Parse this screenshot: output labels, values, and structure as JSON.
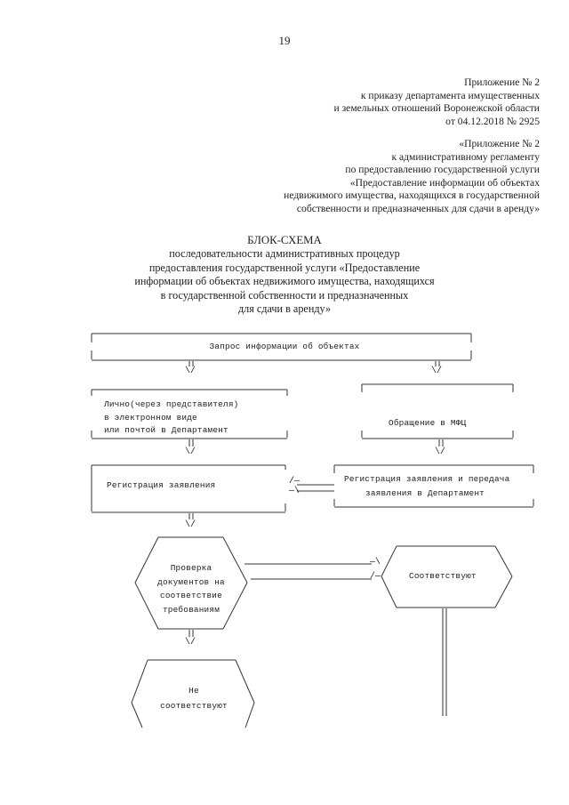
{
  "page": {
    "number": "19"
  },
  "appendix_order": {
    "lines": [
      "Приложение № 2",
      "к приказу департамента имущественных",
      "и земельных отношений Воронежской области",
      "от 04.12.2018   № 2925"
    ]
  },
  "appendix_regulation": {
    "lines": [
      "«Приложение № 2",
      "к административному регламенту",
      "по предоставлению государственной услуги",
      "«Предоставление информации об объектах",
      "недвижимого имущества, находящихся в государственной",
      "собственности и предназначенных для сдачи в аренду»"
    ]
  },
  "scheme_title": {
    "heading": "БЛОК-СХЕМА",
    "lines": [
      "последовательности административных процедур",
      "предоставления государственной услуги «Предоставление",
      "информации об объектах недвижимого имущества, находящихся",
      "в государственной собственности и предназначенных",
      "для сдачи в аренду»"
    ]
  },
  "flowchart": {
    "request": "Запрос информации об объектах",
    "in_person": [
      "Лично(через представителя)",
      "в электронном виде",
      "или почтой в Департамент"
    ],
    "mfc": "Обращение в МФЦ",
    "registration": "Регистрация заявления",
    "mfc_registration": [
      "Регистрация заявления и передача",
      "заявления в Департамент"
    ],
    "check": [
      "Проверка",
      "документов на",
      "соответствие",
      "требованиям"
    ],
    "compliant": "Соответствуют",
    "not_compliant": [
      "Не",
      "соответствуют"
    ],
    "arrow_down": "\\/",
    "arrow_left": "/—",
    "arrow_right": "—\\"
  }
}
